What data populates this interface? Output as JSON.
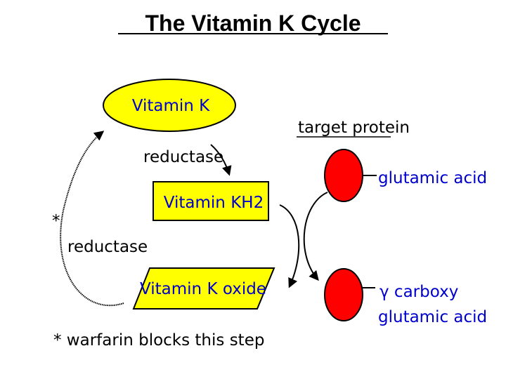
{
  "title": "The Vitamin K Cycle",
  "nodes": {
    "vitamin_k": "Vitamin K",
    "vitamin_kh2": "Vitamin KH2",
    "vitamin_k_oxide": "Vitamin K oxide"
  },
  "labels": {
    "reductase_top": "reductase",
    "reductase_left": "reductase",
    "asterisk": "*",
    "target_protein": "target protein",
    "glutamic_acid": "glutamic acid",
    "gamma_carboxy": "γ carboxy",
    "gamma_glutamic_acid": "glutamic acid",
    "footnote": "* warfarin blocks this step"
  },
  "colors": {
    "node_fill": "#ffff00",
    "protein_fill": "#ff0000",
    "label_blue": "#0000cc"
  }
}
